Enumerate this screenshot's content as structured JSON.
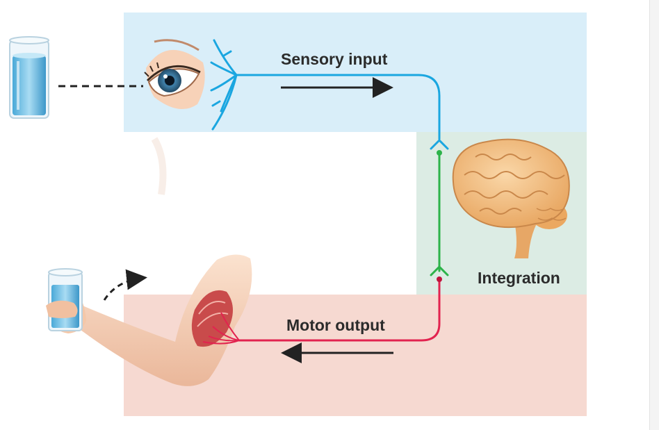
{
  "labels": {
    "sensory": "Sensory input",
    "integration": "Integration",
    "motor": "Motor output"
  },
  "colors": {
    "sensory_panel": "#d9eef9",
    "integration_panel": "#dcece4",
    "motor_panel": "#f6d9d1",
    "sensory_nerve": "#1aa6e0",
    "integration_nerve": "#2db34a",
    "motor_nerve": "#e2234f"
  },
  "icons": [
    "water-glass-icon",
    "eye-icon",
    "brain-icon",
    "arm-with-glass-icon"
  ]
}
